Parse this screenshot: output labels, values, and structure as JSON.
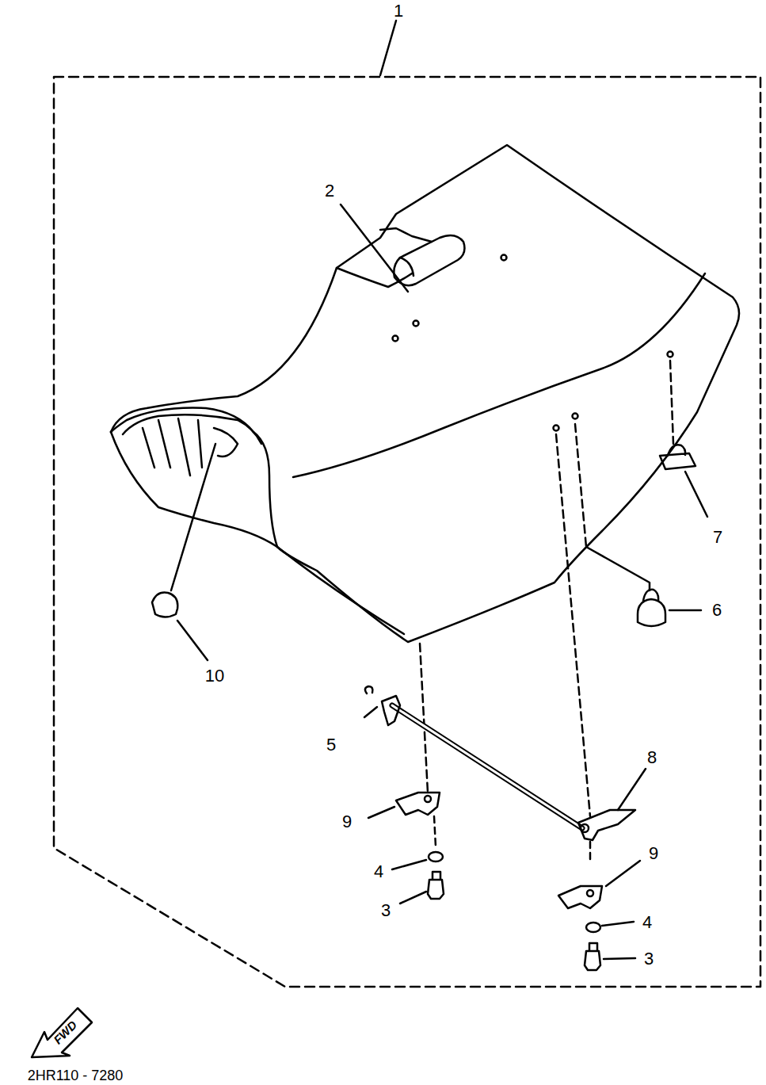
{
  "diagram": {
    "nodes": [
      {
        "text": [
          "FWD"
        ]
      }
    ],
    "labels": [
      "1",
      "2",
      "7",
      "6",
      "10",
      "5",
      "8",
      "9",
      "9",
      "4",
      "4",
      "3",
      "3",
      "2HR110 - 7280"
    ]
  }
}
